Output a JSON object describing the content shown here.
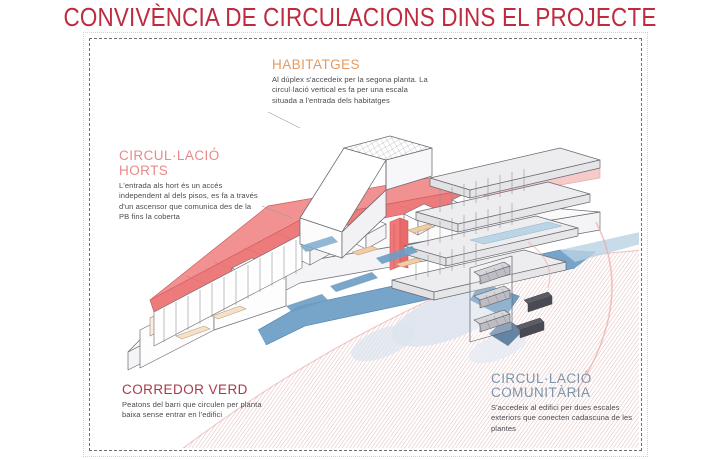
{
  "title": "CONVIVÈNCIA DE CIRCULACIONS DINS EL PROJECTE",
  "annotations": {
    "habitatges": {
      "heading": "HABITATGES",
      "body": "Al dúplex s'accedeix per la segona planta. La circul·lació vertical es fa per una escala situada a l'entrada dels habitatges",
      "color": "#E79A5E"
    },
    "horts": {
      "heading": "CIRCUL·LACIÓ HORTS",
      "body": "L'entrada als hort és un accés independent al dels pisos, es fa a través d'un ascensor que comunica des de la PB fins la coberta",
      "color": "#E8898A"
    },
    "corredor": {
      "heading": "CORREDOR VERD",
      "body": "Peatons del barri que circulen per planta baixa sense entrar en l'edifici",
      "color": "#A63A4A"
    },
    "comunitaria": {
      "heading": "CIRCUL·LACIÓ COMUNITÀRIA",
      "body": "S'accedeix al edifici per dues escales exteriors que conecten cadascuna de les plantes",
      "color": "#7C93A8"
    }
  },
  "diagram": {
    "name": "axonometric-building-circulation-diagram",
    "palette": {
      "title_red": "#BE2B3E",
      "roof_terrace_red": "#EE7B7B",
      "roof_terrace_pale": "#F6C9C9",
      "circulation_blue": "#5E93BC",
      "circulation_blue_pale": "#BBD4E6",
      "slab_gray": "#E8E8EA",
      "line_gray": "#58585E",
      "ground_hatch": "#E2B7B7",
      "shadow_blue": "#DCE4EE",
      "wood_tan": "#F0C9A0"
    }
  }
}
